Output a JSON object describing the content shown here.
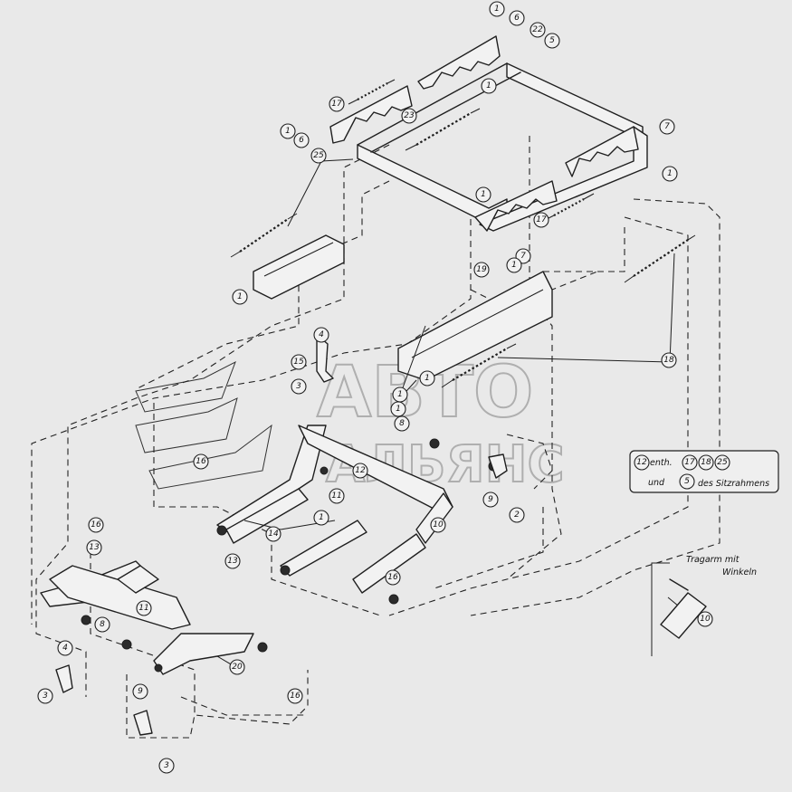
{
  "diagram": {
    "callouts": [
      {
        "n": "1"
      },
      {
        "n": "6"
      },
      {
        "n": "22"
      },
      {
        "n": "5"
      },
      {
        "n": "17"
      },
      {
        "n": "23"
      },
      {
        "n": "1"
      },
      {
        "n": "6"
      },
      {
        "n": "1"
      },
      {
        "n": "1"
      },
      {
        "n": "7"
      },
      {
        "n": "1"
      },
      {
        "n": "25"
      },
      {
        "n": "17"
      },
      {
        "n": "7"
      },
      {
        "n": "1"
      },
      {
        "n": "19"
      },
      {
        "n": "1"
      },
      {
        "n": "1"
      },
      {
        "n": "1"
      },
      {
        "n": "18"
      },
      {
        "n": "4"
      },
      {
        "n": "15"
      },
      {
        "n": "3"
      },
      {
        "n": "1"
      },
      {
        "n": "8"
      },
      {
        "n": "16"
      },
      {
        "n": "12"
      },
      {
        "n": "11"
      },
      {
        "n": "1"
      },
      {
        "n": "14"
      },
      {
        "n": "13"
      },
      {
        "n": "9"
      },
      {
        "n": "2"
      },
      {
        "n": "10"
      },
      {
        "n": "16"
      },
      {
        "n": "16"
      },
      {
        "n": "13"
      },
      {
        "n": "11"
      },
      {
        "n": "8"
      },
      {
        "n": "4"
      },
      {
        "n": "3"
      },
      {
        "n": "20"
      },
      {
        "n": "16"
      },
      {
        "n": "9"
      },
      {
        "n": "3"
      },
      {
        "n": "10"
      }
    ],
    "note": {
      "line1_callout": "12",
      "line1_text": "enth.",
      "line1_refs": [
        "17",
        "18",
        "25"
      ],
      "line2_text": "und",
      "line2_callout": "5",
      "line2_suffix": "des Sitzrahmens"
    },
    "inset": {
      "label_line1": "Tragarm mit",
      "label_line2": "Winkeln"
    },
    "watermark": {
      "line1": "АВТО",
      "line2": "АЛЬЯНС"
    }
  }
}
